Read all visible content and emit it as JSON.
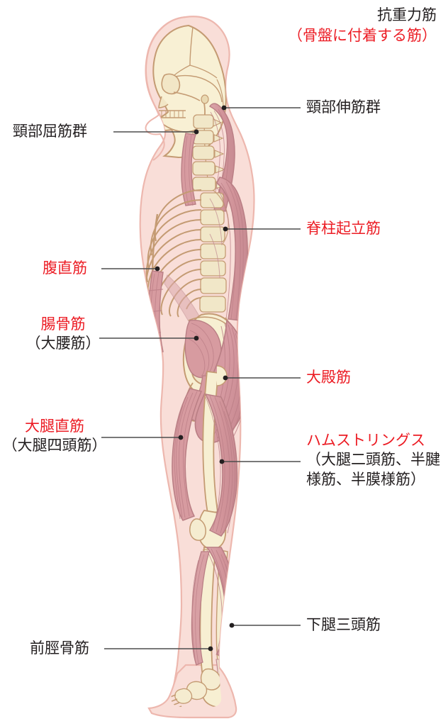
{
  "document": {
    "kind": "anatomical-illustration",
    "subject": "抗重力筋（骨盤に付着する筋）",
    "view": "human body lateral view, skeleton and musculature",
    "colors": {
      "red_label": "#ec1c24",
      "black_label": "#231f20",
      "leader_line": "#4d4d4d",
      "skin": "#f8ddd6",
      "skin_outline": "#eeb9b0",
      "bone": "#f7efd2",
      "bone_outline": "#c39a72",
      "muscle": "#d79ba0",
      "muscle_dark": "#c07f86",
      "muscle_outline": "#b97e84",
      "background": "#ffffff"
    }
  },
  "title": {
    "line1": "抗重力筋",
    "line2": "（骨盤に付着する筋）",
    "line1_color": "black",
    "line2_color": "red"
  },
  "labels": [
    {
      "id": "neck-extensors",
      "text": "頸部伸筋群",
      "color": "black",
      "side": "right",
      "lines": [
        "頸部伸筋群"
      ]
    },
    {
      "id": "neck-flexors",
      "text": "頸部屈筋群",
      "color": "black",
      "side": "left",
      "lines": [
        "頸部屈筋群"
      ]
    },
    {
      "id": "erector-spinae",
      "text": "脊柱起立筋",
      "color": "red",
      "side": "right",
      "lines": [
        "脊柱起立筋"
      ]
    },
    {
      "id": "rectus-abdominis",
      "text": "腹直筋",
      "color": "red",
      "side": "left",
      "lines": [
        "腹直筋"
      ]
    },
    {
      "id": "iliacus",
      "text": "腸骨筋（大腰筋）",
      "color": "mixed",
      "side": "left",
      "lines": [
        "腸骨筋",
        "（大腰筋）"
      ],
      "line_colors": [
        "red",
        "black"
      ]
    },
    {
      "id": "gluteus-maximus",
      "text": "大殿筋",
      "color": "red",
      "side": "right",
      "lines": [
        "大殿筋"
      ]
    },
    {
      "id": "rectus-femoris",
      "text": "大腿直筋（大腿四頭筋）",
      "color": "mixed",
      "side": "left",
      "lines": [
        "大腿直筋",
        "（大腿四頭筋）"
      ],
      "line_colors": [
        "red",
        "black"
      ]
    },
    {
      "id": "hamstrings",
      "text": "ハムストリングス（大腿二頭筋、半腱様筋、半膜様筋）",
      "color": "mixed",
      "side": "right",
      "lines": [
        "ハムストリングス",
        "（大腿二頭筋、半腱",
        "様筋、半膜様筋）"
      ],
      "line_colors": [
        "red",
        "black",
        "black"
      ]
    },
    {
      "id": "triceps-surae",
      "text": "下腿三頭筋",
      "color": "black",
      "side": "right",
      "lines": [
        "下腿三頭筋"
      ]
    },
    {
      "id": "tibialis-anterior",
      "text": "前脛骨筋",
      "color": "black",
      "side": "left",
      "lines": [
        "前脛骨筋"
      ]
    }
  ]
}
